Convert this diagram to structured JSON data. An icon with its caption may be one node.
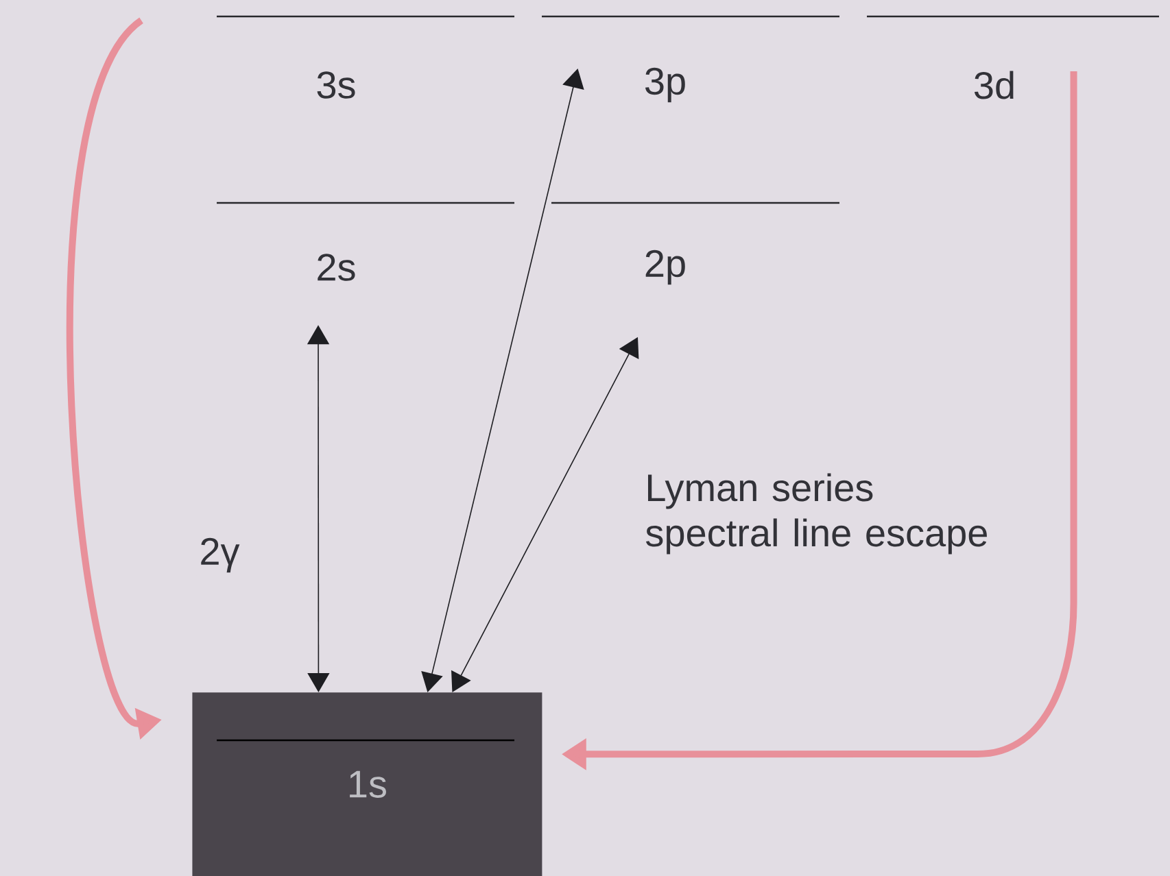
{
  "diagram": {
    "nodes": [
      {
        "text": [
          "3s"
        ]
      },
      {
        "text": [
          "3p"
        ]
      },
      {
        "text": [
          "3d"
        ]
      },
      {
        "text": [
          "2s"
        ]
      },
      {
        "text": [
          "2p"
        ]
      },
      {
        "text": [
          "1s"
        ]
      }
    ],
    "edges": [
      {
        "from": 5,
        "to": 3,
        "arrow": "both",
        "label": "2γ"
      },
      {
        "from": 5,
        "to": 1,
        "arrow": "both"
      },
      {
        "from": 5,
        "to": 4,
        "arrow": "both"
      },
      {
        "from": 0,
        "to": 5,
        "arrow": "to",
        "style": "thick",
        "color": "#e8909a"
      },
      {
        "from": 2,
        "to": 5,
        "arrow": "to",
        "style": "thick",
        "color": "#e8909a"
      }
    ],
    "labels": [
      "Lyman series spectral line escape"
    ]
  }
}
